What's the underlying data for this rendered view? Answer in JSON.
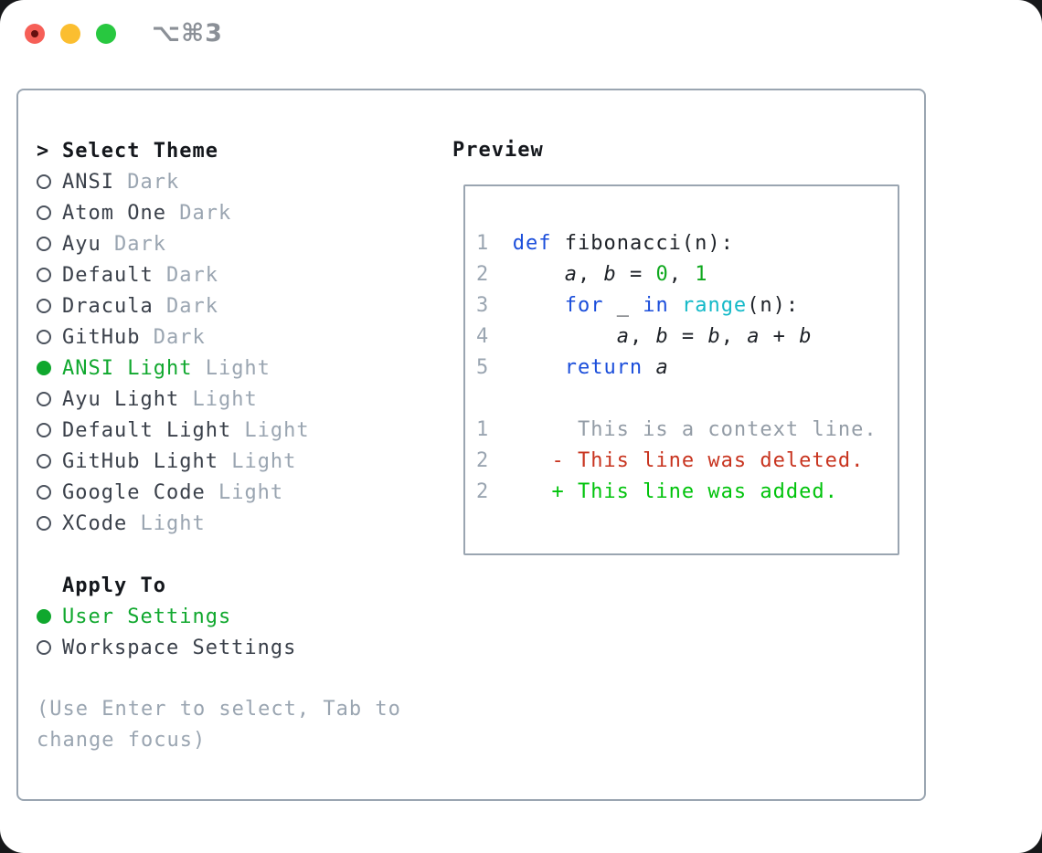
{
  "window": {
    "title": "⌥⌘3",
    "traffic_lights": [
      "close-button",
      "minimize-button",
      "zoom-button"
    ]
  },
  "theme_panel": {
    "prompt": ">",
    "header": "Select Theme",
    "items": [
      {
        "name": "ANSI",
        "tag": "Dark",
        "selected": false
      },
      {
        "name": "Atom One",
        "tag": "Dark",
        "selected": false
      },
      {
        "name": "Ayu",
        "tag": "Dark",
        "selected": false
      },
      {
        "name": "Default",
        "tag": "Dark",
        "selected": false
      },
      {
        "name": "Dracula",
        "tag": "Dark",
        "selected": false
      },
      {
        "name": "GitHub",
        "tag": "Dark",
        "selected": false
      },
      {
        "name": "ANSI Light",
        "tag": "Light",
        "selected": true
      },
      {
        "name": "Ayu Light",
        "tag": "Light",
        "selected": false
      },
      {
        "name": "Default Light",
        "tag": "Light",
        "selected": false
      },
      {
        "name": "GitHub Light",
        "tag": "Light",
        "selected": false
      },
      {
        "name": "Google Code",
        "tag": "Light",
        "selected": false
      },
      {
        "name": "XCode",
        "tag": "Light",
        "selected": false
      }
    ]
  },
  "apply_panel": {
    "header": "Apply To",
    "options": [
      {
        "label": "User Settings",
        "selected": true
      },
      {
        "label": "Workspace Settings",
        "selected": false
      }
    ]
  },
  "help_text": "(Use Enter to select, Tab to change focus)",
  "preview": {
    "header": "Preview",
    "code_lines": [
      {
        "num": "1",
        "tokens": [
          {
            "c": "kw",
            "t": "def"
          },
          {
            "c": "pl",
            "t": " fibonacci(n):"
          }
        ]
      },
      {
        "num": "2",
        "tokens": [
          {
            "c": "pl",
            "t": "    "
          },
          {
            "c": "v",
            "t": "a"
          },
          {
            "c": "pl",
            "t": ", "
          },
          {
            "c": "v",
            "t": "b"
          },
          {
            "c": "pl",
            "t": " = "
          },
          {
            "c": "num",
            "t": "0"
          },
          {
            "c": "pl",
            "t": ", "
          },
          {
            "c": "num",
            "t": "1"
          }
        ]
      },
      {
        "num": "3",
        "tokens": [
          {
            "c": "pl",
            "t": "    "
          },
          {
            "c": "kw",
            "t": "for"
          },
          {
            "c": "pl",
            "t": " _ "
          },
          {
            "c": "kw",
            "t": "in"
          },
          {
            "c": "pl",
            "t": " "
          },
          {
            "c": "bi",
            "t": "range"
          },
          {
            "c": "pl",
            "t": "(n):"
          }
        ]
      },
      {
        "num": "4",
        "tokens": [
          {
            "c": "pl",
            "t": "        "
          },
          {
            "c": "v",
            "t": "a"
          },
          {
            "c": "pl",
            "t": ", "
          },
          {
            "c": "v",
            "t": "b"
          },
          {
            "c": "pl",
            "t": " = "
          },
          {
            "c": "v",
            "t": "b"
          },
          {
            "c": "pl",
            "t": ", "
          },
          {
            "c": "v",
            "t": "a"
          },
          {
            "c": "pl",
            "t": " + "
          },
          {
            "c": "v",
            "t": "b"
          }
        ]
      },
      {
        "num": "5",
        "tokens": [
          {
            "c": "pl",
            "t": "    "
          },
          {
            "c": "kw",
            "t": "return"
          },
          {
            "c": "pl",
            "t": " "
          },
          {
            "c": "v",
            "t": "a"
          }
        ]
      }
    ],
    "diff_lines": [
      {
        "num": "1",
        "type": "context",
        "text": "     This is a context line."
      },
      {
        "num": "2",
        "type": "deleted",
        "text": "   - This line was deleted."
      },
      {
        "num": "2",
        "type": "added",
        "text": "   + This line was added."
      }
    ]
  },
  "colors": {
    "panel_border": "#9aa5b1",
    "muted_gray": "#9aa5b1",
    "text_dark": "#3a404a",
    "selected_green": "#10a82e",
    "diff_added_green": "#00c30b",
    "diff_deleted_red": "#c8341f",
    "keyword_blue": "#1b4edb",
    "number_green": "#0fa81e",
    "builtin_cyan": "#14b9c8",
    "traffic_red": "#f65f57",
    "traffic_yellow": "#fbbe30",
    "traffic_green": "#28c840"
  }
}
